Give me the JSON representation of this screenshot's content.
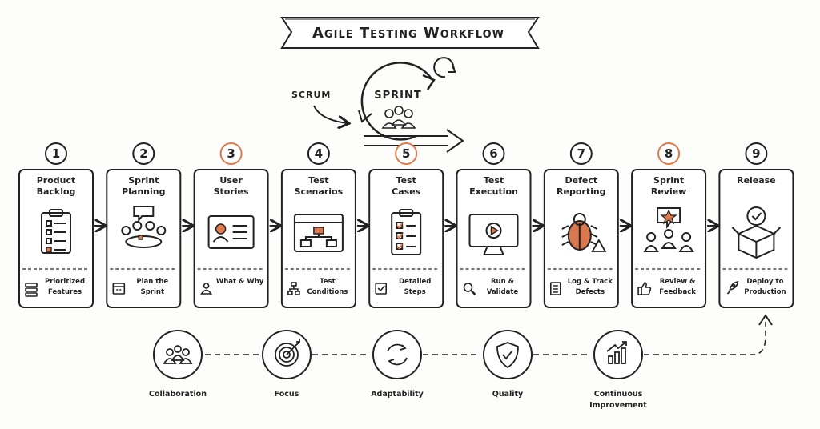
{
  "title": "Agile Testing Workflow",
  "scrum_label": "SCRUM",
  "sprint_label": "SPRINT",
  "steps": [
    {
      "number": "1",
      "title": "Product Backlog",
      "footer": "Prioritized Features",
      "icon": "clipboard-list-icon",
      "footer_icon": "list-icon"
    },
    {
      "number": "2",
      "title": "Sprint Planning",
      "footer": "Plan the Sprint",
      "icon": "team-meeting-icon",
      "footer_icon": "calendar-icon"
    },
    {
      "number": "3",
      "title": "User Stories",
      "footer": "What & Why",
      "icon": "user-card-icon",
      "footer_icon": "user-icon"
    },
    {
      "number": "4",
      "title": "Test Scenarios",
      "footer": "Test Conditions",
      "icon": "flowchart-window-icon",
      "footer_icon": "hierarchy-icon"
    },
    {
      "number": "5",
      "title": "Test Cases",
      "footer": "Detailed Steps",
      "icon": "checklist-clipboard-icon",
      "footer_icon": "checkbox-icon"
    },
    {
      "number": "6",
      "title": "Test Execution",
      "footer": "Run & Validate",
      "icon": "monitor-play-icon",
      "footer_icon": "magnifier-icon"
    },
    {
      "number": "7",
      "title": "Defect Reporting",
      "footer": "Log & Track Defects",
      "icon": "bug-warning-icon",
      "footer_icon": "document-icon"
    },
    {
      "number": "8",
      "title": "Sprint Review",
      "footer": "Review & Feedback",
      "icon": "team-star-icon",
      "footer_icon": "thumbs-up-icon"
    },
    {
      "number": "9",
      "title": "Release",
      "footer": "Deploy to Production",
      "icon": "box-check-icon",
      "footer_icon": "rocket-icon"
    }
  ],
  "values": [
    {
      "label": "Collaboration",
      "icon": "people-icon"
    },
    {
      "label": "Focus",
      "icon": "target-icon"
    },
    {
      "label": "Adaptability",
      "icon": "cycle-arrows-icon"
    },
    {
      "label": "Quality",
      "icon": "shield-check-icon"
    },
    {
      "label": "Continuous Improvement",
      "icon": "growth-chart-icon"
    }
  ],
  "colors": {
    "ink": "#222222",
    "accent_orange": "#e07a4a",
    "bug_orange": "#d9774e",
    "background": "#fdfdfb"
  }
}
